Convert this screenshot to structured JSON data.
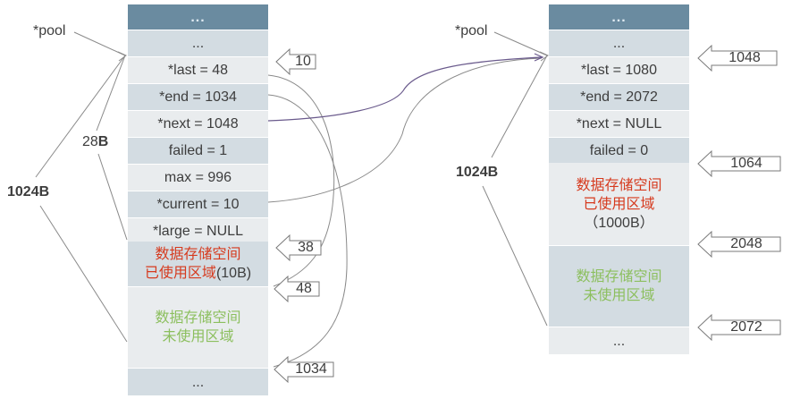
{
  "left_pool": {
    "pool_label": "*pool",
    "size_total": "1024B",
    "header_size_prefix": "28",
    "header_size_suffix": "B",
    "rows": [
      {
        "text": "...",
        "style": "dark"
      },
      {
        "text": "...",
        "style": "mid"
      },
      {
        "text": "*last = 48",
        "style": "light"
      },
      {
        "text": "*end = 1034",
        "style": "mid"
      },
      {
        "text": "*next = 1048",
        "style": "light"
      },
      {
        "text": "failed = 1",
        "style": "mid"
      },
      {
        "text": "max = 996",
        "style": "light"
      },
      {
        "text": "*current = 10",
        "style": "mid"
      },
      {
        "text": "*large = NULL",
        "style": "light"
      }
    ],
    "used_area": {
      "line1": "数据存储空间",
      "line2": "已使用区域",
      "suffix": "(10B)"
    },
    "unused_area": {
      "line1": "数据存储空间",
      "line2": "未使用区域"
    },
    "tail": "...",
    "address_markers": [
      "10",
      "38",
      "48",
      "1034"
    ]
  },
  "right_pool": {
    "pool_label": "*pool",
    "size_total": "1024B",
    "rows": [
      {
        "text": "...",
        "style": "dark"
      },
      {
        "text": "...",
        "style": "mid"
      },
      {
        "text": "*last = 1080",
        "style": "light"
      },
      {
        "text": "*end = 2072",
        "style": "mid"
      },
      {
        "text": "*next = NULL",
        "style": "light"
      },
      {
        "text": "failed = 0",
        "style": "mid"
      }
    ],
    "used_area": {
      "line1": "数据存储空间",
      "line2": "已使用区域",
      "line3": "（1000B）"
    },
    "unused_area": {
      "line1": "数据存储空间",
      "line2": "未使用区域"
    },
    "tail": "...",
    "address_markers": [
      "1048",
      "1064",
      "2048",
      "2072"
    ]
  },
  "colors": {
    "header_dark": "#6a8ba0",
    "row_mid": "#d3dce2",
    "row_light": "#e9ecee",
    "used_text": "#d63a1e",
    "unused_text": "#8cbf5e",
    "link_line": "#6a5a8c"
  }
}
